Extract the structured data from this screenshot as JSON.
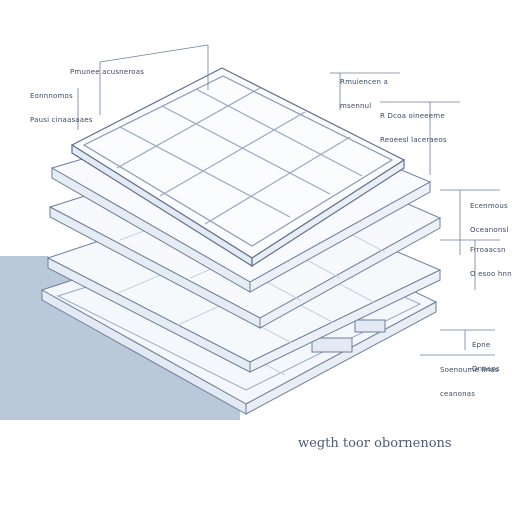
{
  "colors": {
    "line": "#6d7f9c",
    "shadow": "#b9c9da",
    "panel_fill": "#f4f7fb",
    "panel_edge": "#e3eaf3"
  },
  "callouts": [
    {
      "name": "callout-top-left-a",
      "line1": "Pmunee acusneroas",
      "line2": ""
    },
    {
      "name": "callout-top-left-b",
      "line1": "Eonnnomos",
      "line2": "Pausi cinaasaaes"
    },
    {
      "name": "callout-top-right-a",
      "line1": "Rmuiencen a",
      "line2": "msennul"
    },
    {
      "name": "callout-top-right-b",
      "line1": "R Dcoa oineeeme",
      "line2": "Reoeesl laceraeos"
    },
    {
      "name": "callout-right-a",
      "line1": "Ecenmous",
      "line2": "Oceanonsl"
    },
    {
      "name": "callout-right-b",
      "line1": "Frroaacsn",
      "line2": "O esoo hnnoas"
    },
    {
      "name": "callout-right-c",
      "line1": "Epne",
      "line2": "Dnnans"
    },
    {
      "name": "callout-right-d",
      "line1": "Soenoume linas",
      "line2": "ceanonas"
    }
  ],
  "caption": "wegth toor obornenons"
}
